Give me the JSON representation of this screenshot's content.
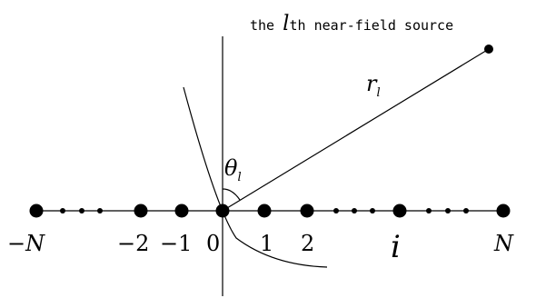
{
  "caption": {
    "prefix": "the ",
    "symbol": "l",
    "suffix": "th near-field source"
  },
  "distance_label": {
    "symbol": "r",
    "subscript": "l"
  },
  "angle_label": {
    "symbol": "θ",
    "subscript": "l"
  },
  "array_labels": {
    "minus_n": "−N",
    "minus_two": "−2",
    "minus_one": "−1",
    "zero": "0",
    "one": "1",
    "two": "2",
    "i": "i",
    "n": "N"
  }
}
